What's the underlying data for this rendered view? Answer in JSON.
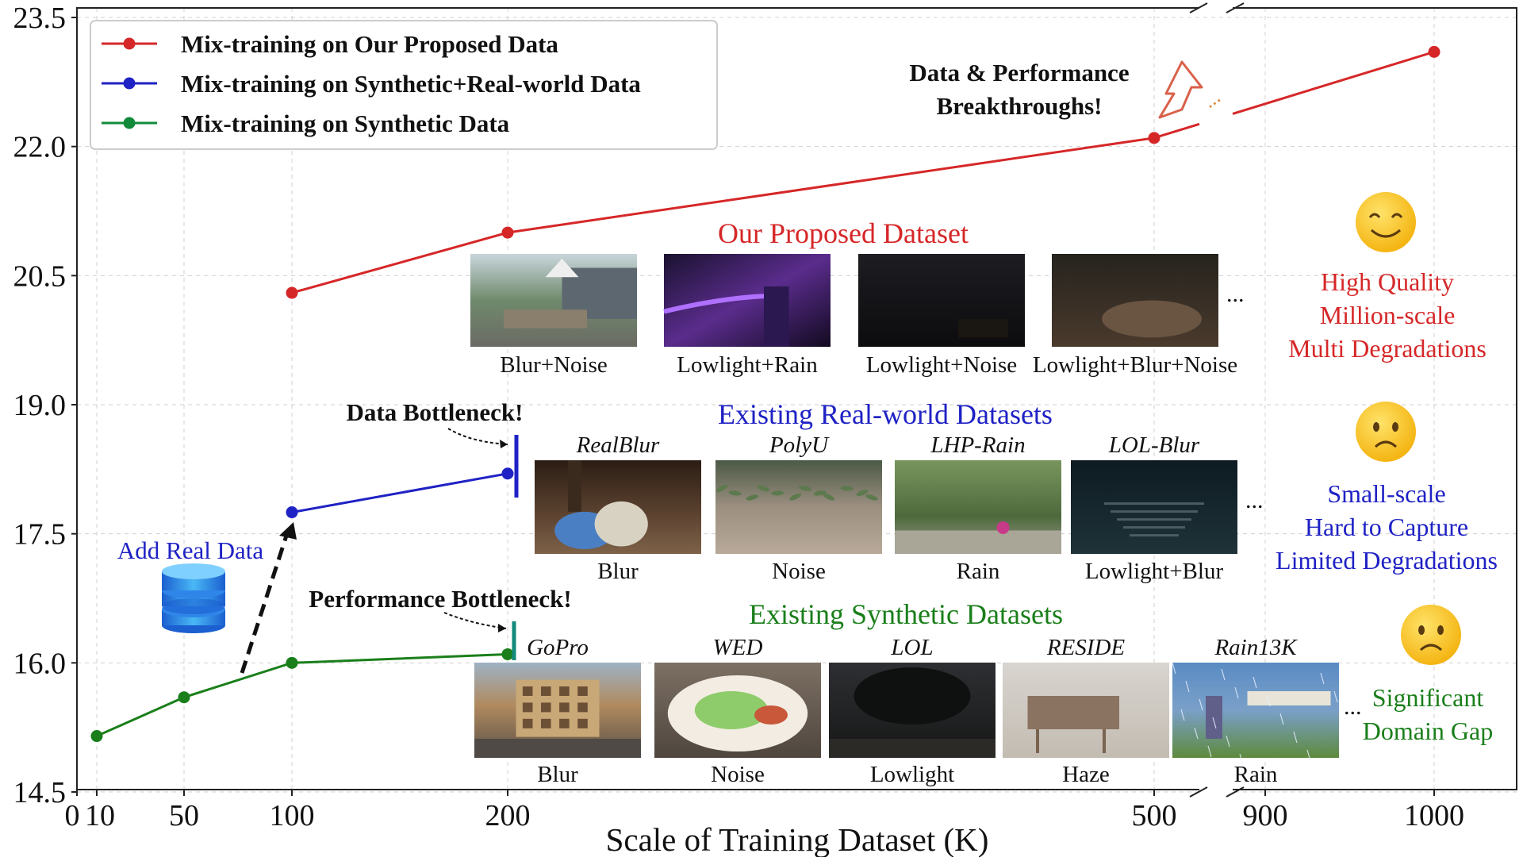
{
  "colors": {
    "proposed": "#d62728",
    "real": "#1f22c4",
    "synthetic": "#1a7f1a",
    "legend_green": "#118a3a"
  },
  "chart_data": {
    "type": "line",
    "xlabel": "Scale of Training Dataset (K)",
    "ylabel": "",
    "ylim": [
      14.5,
      23.5
    ],
    "yticks": [
      "14.5",
      "16.0",
      "17.5",
      "19.0",
      "20.5",
      "22.0",
      "23.5"
    ],
    "xticks": [
      "0",
      "10",
      "50",
      "100",
      "200",
      "500",
      "900",
      "1000"
    ],
    "x_axis_break": "between 500 and 900",
    "grid": true,
    "legend_position": "top-left",
    "series": [
      {
        "name": "Mix-training on Our Proposed Data",
        "color": "#d62728",
        "x": [
          100,
          200,
          500,
          1000
        ],
        "y": [
          20.3,
          21.0,
          22.1,
          23.1
        ]
      },
      {
        "name": "Mix-training on Synthetic+Real-world Data",
        "color": "#1f22c4",
        "x": [
          100,
          200
        ],
        "y": [
          17.75,
          18.2
        ]
      },
      {
        "name": "Mix-training on Synthetic Data",
        "color": "#1a7f1a",
        "x": [
          10,
          50,
          100,
          200
        ],
        "y": [
          15.15,
          15.6,
          16.0,
          16.1
        ]
      }
    ]
  },
  "annotations": {
    "breakthrough_line1": "Data & Performance",
    "breakthrough_line2": "Breakthroughs!",
    "data_bottleneck": "Data Bottleneck!",
    "performance_bottleneck": "Performance Bottleneck!",
    "add_real_data": "Add Real Data",
    "ellipsis": "..."
  },
  "proposed": {
    "title": "Our Proposed Dataset",
    "samples": [
      {
        "caption": "Blur+Noise",
        "icon": "building-patio-photo"
      },
      {
        "caption": "Lowlight+Rain",
        "icon": "purple-night-photo"
      },
      {
        "caption": "Lowlight+Noise",
        "icon": "dark-photo"
      },
      {
        "caption": "Lowlight+Blur+Noise",
        "icon": "dark-room-photo"
      }
    ],
    "emoji": "smiling-face-icon",
    "desc": [
      "High Quality",
      "Million-scale",
      "Multi Degradations"
    ]
  },
  "real": {
    "title": "Existing Real-world Datasets",
    "samples": [
      {
        "name": "RealBlur",
        "caption": "Blur",
        "icon": "bags-street-photo"
      },
      {
        "name": "PolyU",
        "caption": "Noise",
        "icon": "plants-wall-photo"
      },
      {
        "name": "LHP-Rain",
        "caption": "Rain",
        "icon": "trees-road-photo"
      },
      {
        "name": "LOL-Blur",
        "caption": "Lowlight+Blur",
        "icon": "night-stairs-photo"
      }
    ],
    "emoji": "frowning-face-icon",
    "desc": [
      "Small-scale",
      "Hard to Capture",
      "Limited Degradations"
    ]
  },
  "synthetic": {
    "title": "Existing Synthetic Datasets",
    "samples": [
      {
        "name": "GoPro",
        "caption": "Blur",
        "icon": "street-building-photo"
      },
      {
        "name": "WED",
        "caption": "Noise",
        "icon": "noodle-bowl-photo"
      },
      {
        "name": "LOL",
        "caption": "Lowlight",
        "icon": "dark-tree-photo"
      },
      {
        "name": "RESIDE",
        "caption": "Haze",
        "icon": "piano-room-photo"
      },
      {
        "name": "Rain13K",
        "caption": "Rain",
        "icon": "rainy-field-photo"
      }
    ],
    "emoji": "frowning-face-icon",
    "desc": [
      "Significant",
      "Domain Gap"
    ]
  }
}
